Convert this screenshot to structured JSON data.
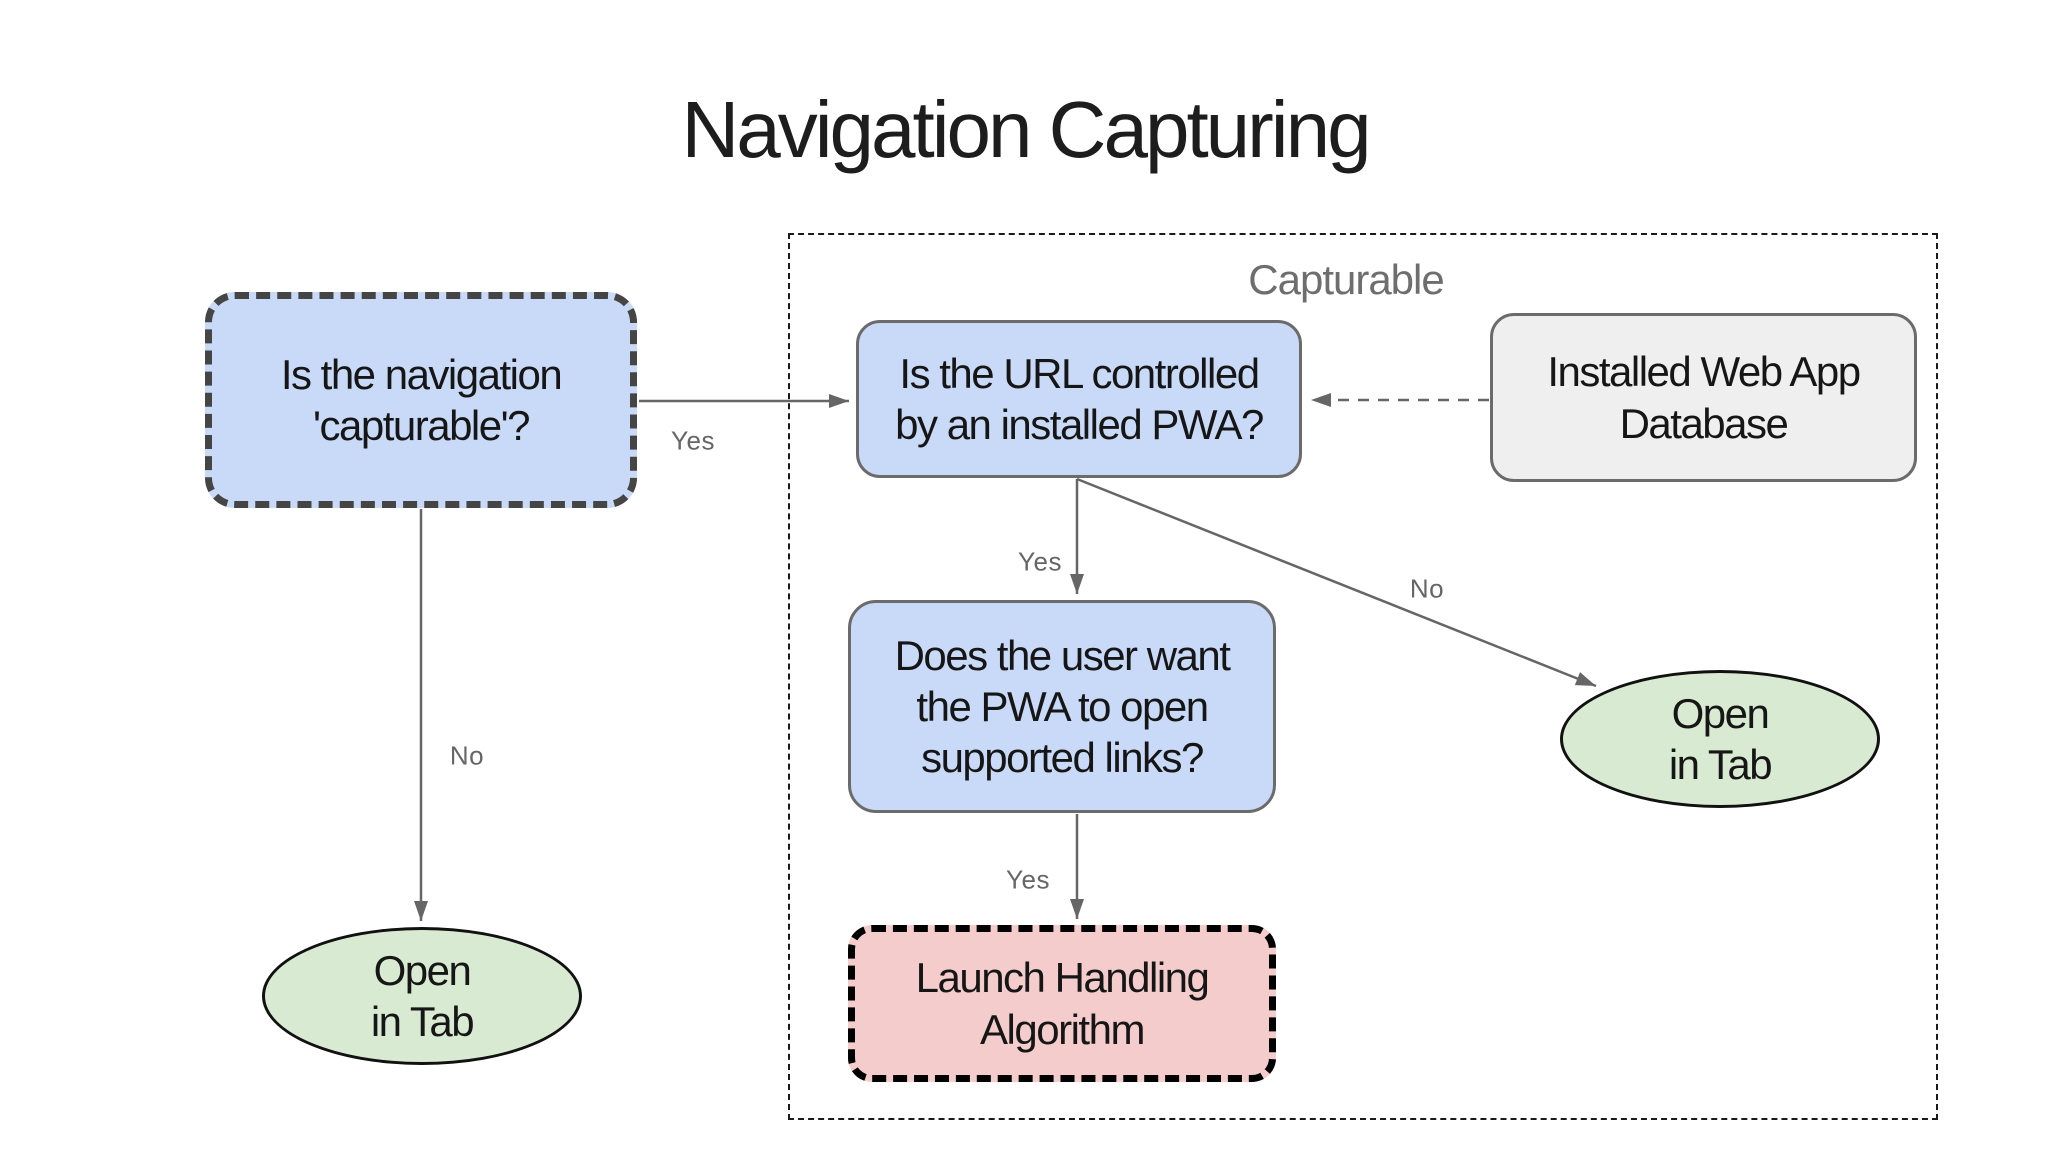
{
  "title": "Navigation Capturing",
  "group": {
    "label": "Capturable"
  },
  "nodes": {
    "nav_capturable": {
      "text": "Is the navigation\n'capturable'?",
      "shape": "dashed-rounded-rect",
      "fill": "#c9daf8"
    },
    "url_controlled": {
      "text": "Is the URL controlled\nby an installed PWA?",
      "shape": "rounded-rect",
      "fill": "#c9daf8"
    },
    "web_app_db": {
      "text": "Installed Web App\nDatabase",
      "shape": "rounded-rect",
      "fill": "#efefef"
    },
    "user_wants": {
      "text": "Does the user want\nthe PWA to open\nsupported links?",
      "shape": "rounded-rect",
      "fill": "#c9daf8"
    },
    "launch_handling": {
      "text": "Launch Handling\nAlgorithm",
      "shape": "dashed-rounded-rect",
      "fill": "#f4cccc"
    },
    "open_in_tab_left": {
      "text": "Open\nin Tab",
      "shape": "ellipse",
      "fill": "#d9ead3"
    },
    "open_in_tab_right": {
      "text": "Open\nin Tab",
      "shape": "ellipse",
      "fill": "#d9ead3"
    }
  },
  "edges": {
    "nav_to_url": {
      "label": "Yes",
      "style": "solid"
    },
    "nav_to_tab_left": {
      "label": "No",
      "style": "solid"
    },
    "url_to_user": {
      "label": "Yes",
      "style": "solid"
    },
    "url_to_tab_right": {
      "label": "No",
      "style": "solid"
    },
    "user_to_launch": {
      "label": "Yes",
      "style": "solid"
    },
    "db_to_url": {
      "label": "",
      "style": "dashed"
    }
  },
  "colors": {
    "node_blue": "#c9daf8",
    "node_gray": "#efefef",
    "node_green": "#d9ead3",
    "node_pink": "#f4cccc",
    "arrow_gray": "#666666",
    "label_gray": "#666666",
    "group_label_gray": "#6e6e6e",
    "title_color": "#1d1d1d"
  }
}
